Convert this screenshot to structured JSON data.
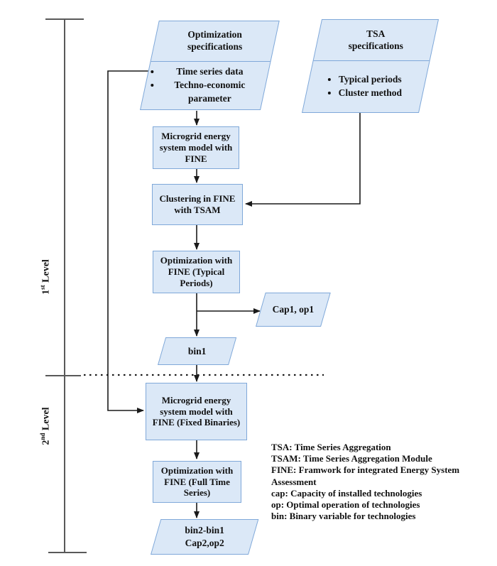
{
  "colors": {
    "shape_fill": "#dbe8f7",
    "shape_border": "#7fa8d9",
    "line": "#1a1a1a",
    "bracket": "#595959"
  },
  "levels": [
    {
      "num": "1",
      "sup": "st",
      "word": "Level"
    },
    {
      "num": "2",
      "sup": "nd",
      "word": "Level"
    }
  ],
  "inputs": {
    "optimization": {
      "title": "Optimization\nspecifications",
      "bullets": [
        "Time series data",
        "Techno-economic parameter"
      ]
    },
    "tsa": {
      "title": "TSA\nspecifications",
      "bullets": [
        "Typical periods",
        "Cluster method"
      ]
    }
  },
  "process": {
    "model1": "Microgrid energy system model with FINE",
    "clustering": "Clustering in FINE with TSAM",
    "opt_typical": "Optimization with FINE (Typical Periods)",
    "model2": "Microgrid energy system model with FINE (Fixed Binaries)",
    "opt_full": "Optimization with FINE (Full Time Series)"
  },
  "outputs": {
    "cap1": "Cap1, op1",
    "bin1": "bin1",
    "final": "bin2-bin1\nCap2,op2"
  },
  "legend": [
    "TSA: Time Series Aggregation",
    "TSAM: Time Series Aggregation Module",
    "FINE: Framwork for integrated Energy System Assessment",
    "cap: Capacity of installed technologies",
    "op: Optimal operation of technologies",
    "bin: Binary variable for technologies"
  ]
}
